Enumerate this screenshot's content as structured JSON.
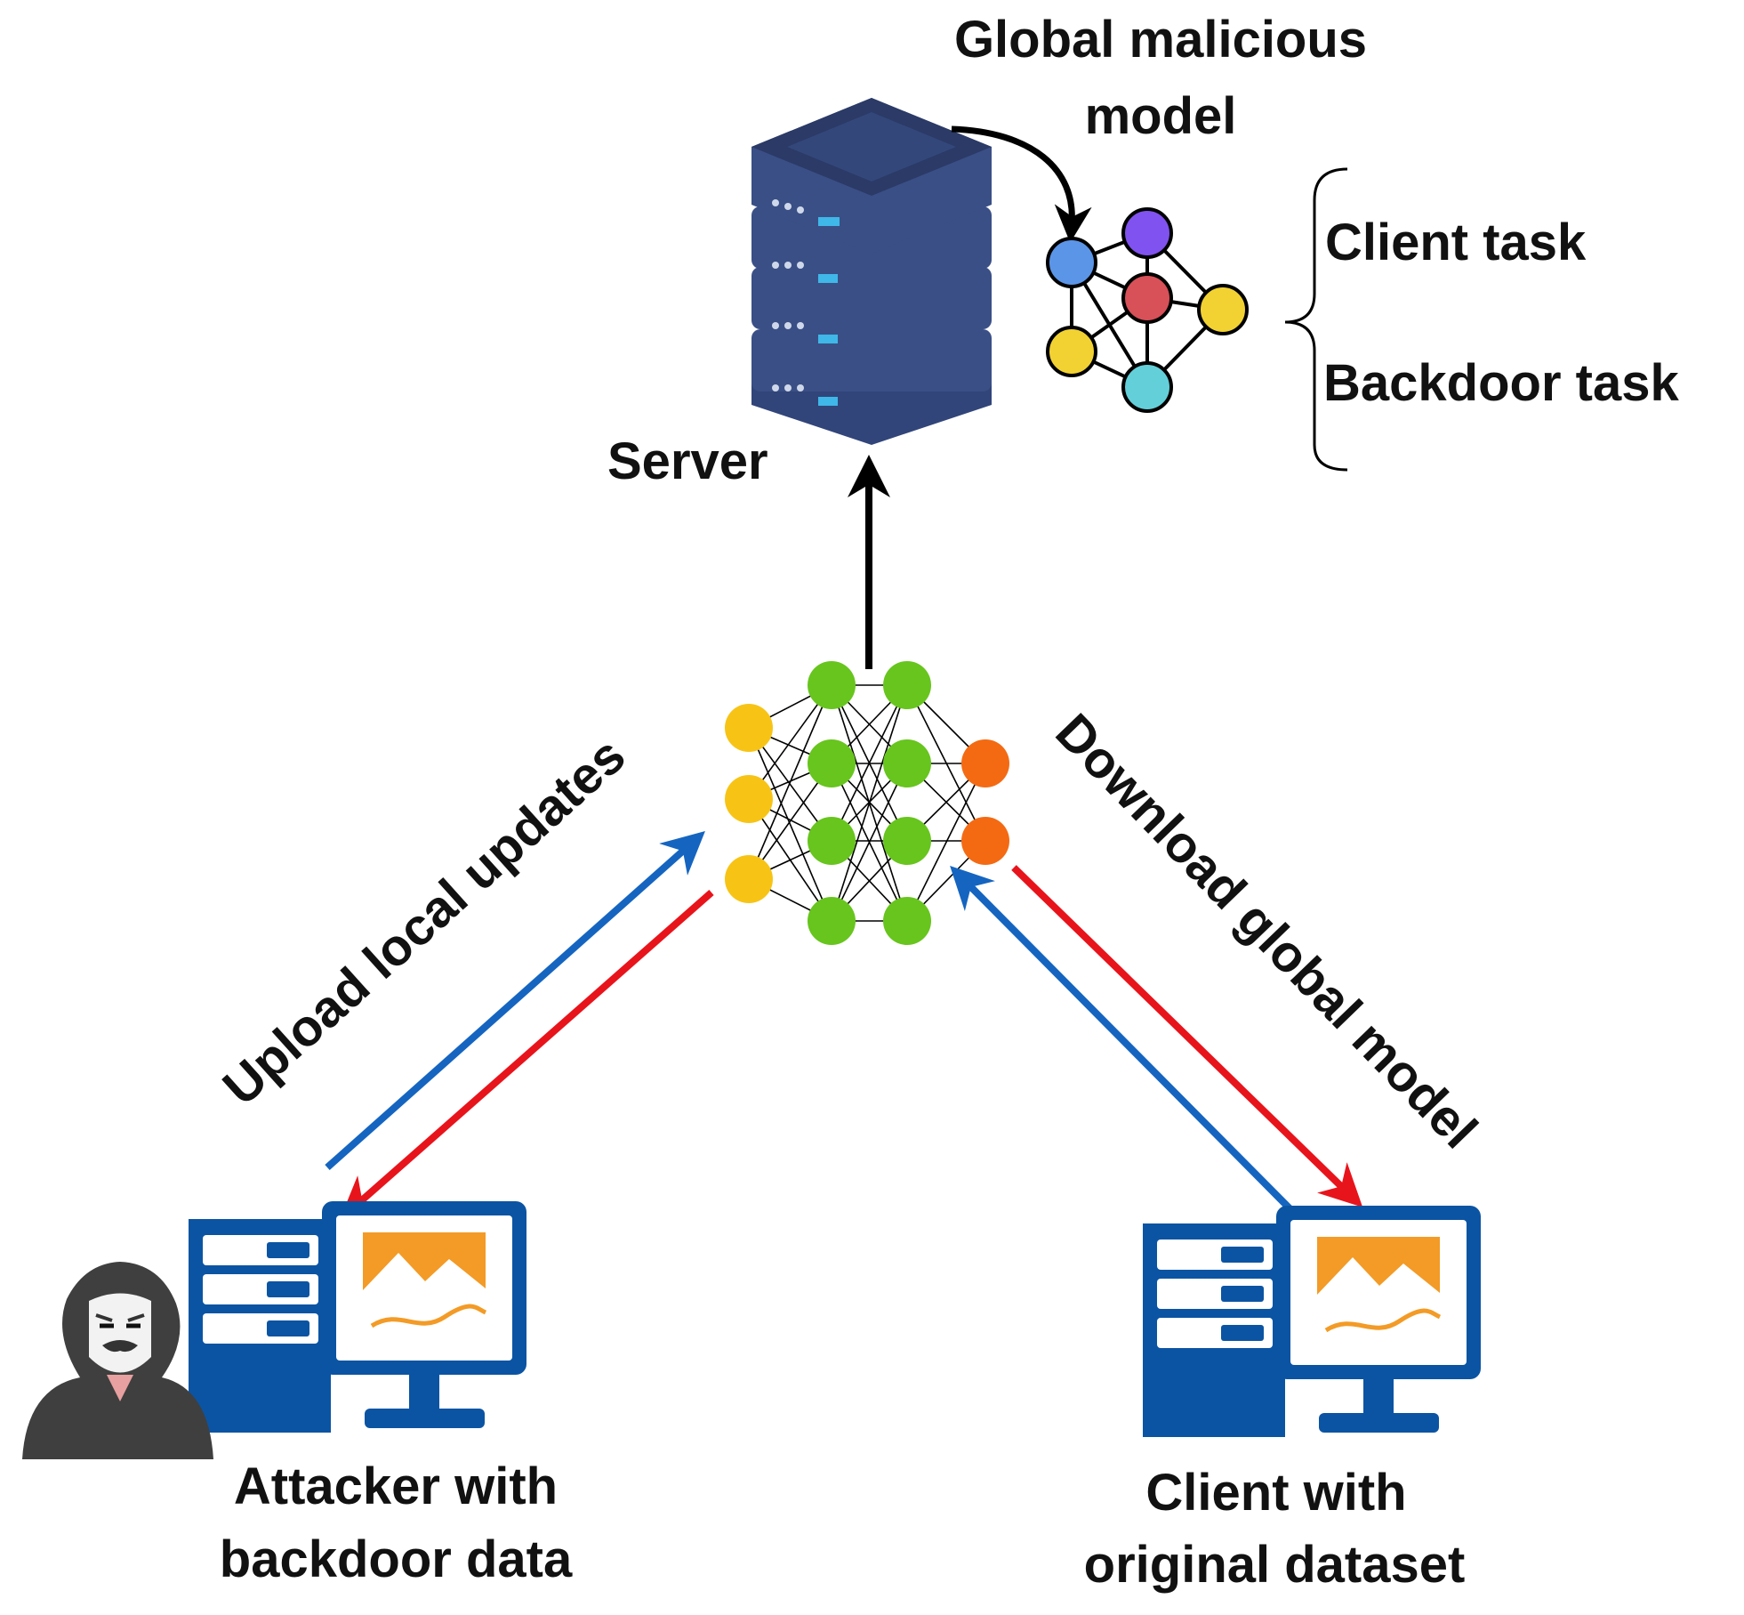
{
  "labels": {
    "global_model_line1": "Global malicious",
    "global_model_line2": "model",
    "client_task": "Client task",
    "backdoor_task": "Backdoor task",
    "server": "Server",
    "upload": "Upload local updates",
    "download": "Download global model",
    "attacker_line1": "Attacker with",
    "attacker_line2": "backdoor data",
    "client_line1": "Client with",
    "client_line2": "original dataset"
  },
  "colors": {
    "server_body": "#3a4f86",
    "server_top": "#2b3a66",
    "computer_blue": "#0b54a3",
    "chart_orange": "#f39b26",
    "upload_arrow": "#1565c0",
    "download_arrow": "#e8141b",
    "nn_input": "#f7c416",
    "nn_hidden": "#67c51d",
    "nn_output": "#f46a12",
    "graph_blue": "#5b95e8",
    "graph_purple": "#8052ef",
    "graph_red": "#d85058",
    "graph_yellow": "#f2d232",
    "graph_cyan": "#63cfd9"
  }
}
